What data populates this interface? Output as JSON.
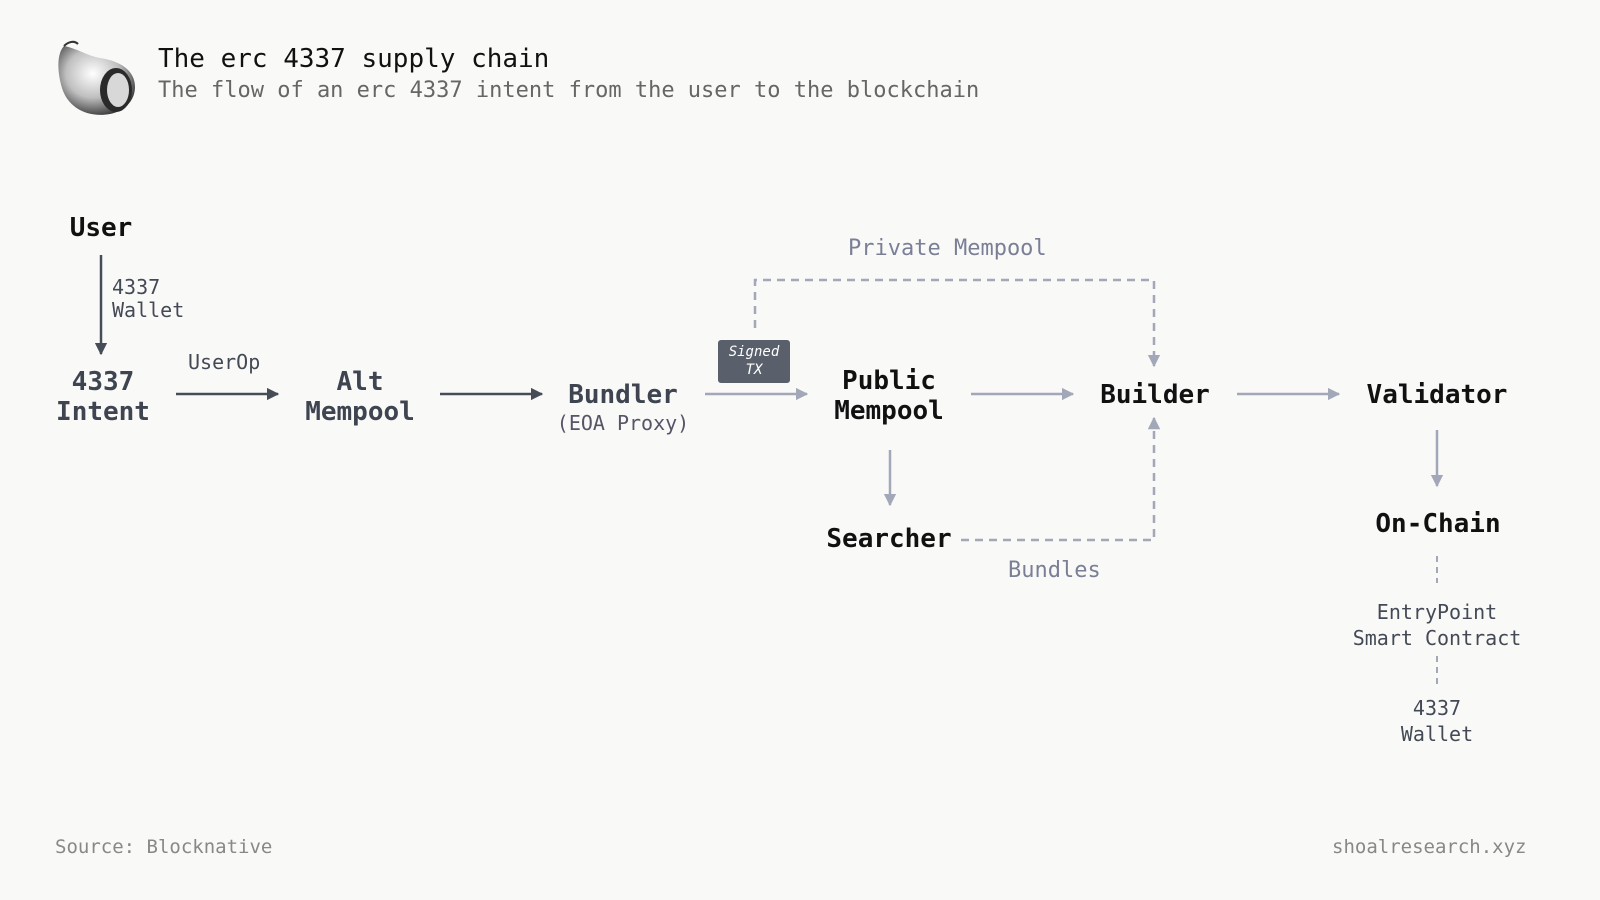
{
  "header": {
    "title": "The erc 4337 supply chain",
    "subtitle": "The flow of an erc 4337 intent from the user to the blockchain"
  },
  "nodes": {
    "user": "User",
    "intent": [
      "4337",
      "Intent"
    ],
    "alt_mempool": [
      "Alt",
      "Mempool"
    ],
    "bundler": "Bundler",
    "bundler_sub": "(EOA Proxy)",
    "public_mempool": [
      "Public",
      "Mempool"
    ],
    "searcher": "Searcher",
    "builder": "Builder",
    "validator": "Validator",
    "on_chain": "On-Chain"
  },
  "edge_labels": {
    "wallet": [
      "4337",
      "Wallet"
    ],
    "userop": "UserOp",
    "signed_tx": [
      "Signed",
      "TX"
    ],
    "private_mempool": "Private Mempool",
    "bundles": "Bundles",
    "entrypoint": [
      "EntryPoint",
      "Smart Contract"
    ],
    "onchain_wallet": [
      "4337",
      "Wallet"
    ]
  },
  "footer": {
    "source": "Source: Blocknative",
    "site": "shoalresearch.xyz"
  },
  "colors": {
    "dark_edge": "#474d57",
    "light_edge": "#a3a8b8",
    "signed_box": "#59606b"
  }
}
